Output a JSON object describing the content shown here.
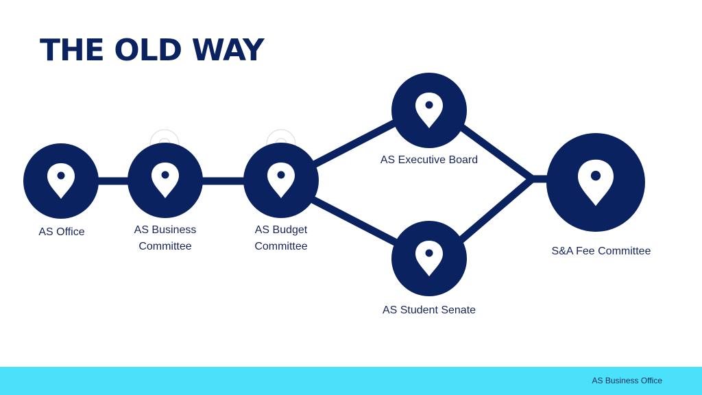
{
  "slide": {
    "title": "THE OLD WAY",
    "footer": "AS Business Office"
  },
  "colors": {
    "node": "#0b2261",
    "connector": "#0b2261",
    "footer_band": "#4ce1fb",
    "title": "#0b2261"
  },
  "nodes": [
    {
      "id": "as-office",
      "label_lines": [
        "AS Office"
      ],
      "icon": "map-pin-icon"
    },
    {
      "id": "as-business-committee",
      "label_lines": [
        "AS Business",
        "Committee"
      ],
      "icon": "map-pin-icon"
    },
    {
      "id": "as-budget-committee",
      "label_lines": [
        "AS Budget",
        "Committee"
      ],
      "icon": "map-pin-icon"
    },
    {
      "id": "as-executive-board",
      "label_lines": [
        "AS Executive Board"
      ],
      "icon": "map-pin-icon"
    },
    {
      "id": "as-student-senate",
      "label_lines": [
        "AS Student Senate"
      ],
      "icon": "map-pin-icon"
    },
    {
      "id": "sa-fee-committee",
      "label_lines": [
        "S&A Fee Committee"
      ],
      "icon": "map-pin-icon"
    }
  ],
  "edges": [
    {
      "from": "as-office",
      "to": "as-business-committee"
    },
    {
      "from": "as-business-committee",
      "to": "as-budget-committee"
    },
    {
      "from": "as-budget-committee",
      "to": "as-executive-board"
    },
    {
      "from": "as-budget-committee",
      "to": "as-student-senate"
    },
    {
      "from": "as-executive-board",
      "to": "sa-fee-committee"
    },
    {
      "from": "as-student-senate",
      "to": "sa-fee-committee"
    }
  ]
}
